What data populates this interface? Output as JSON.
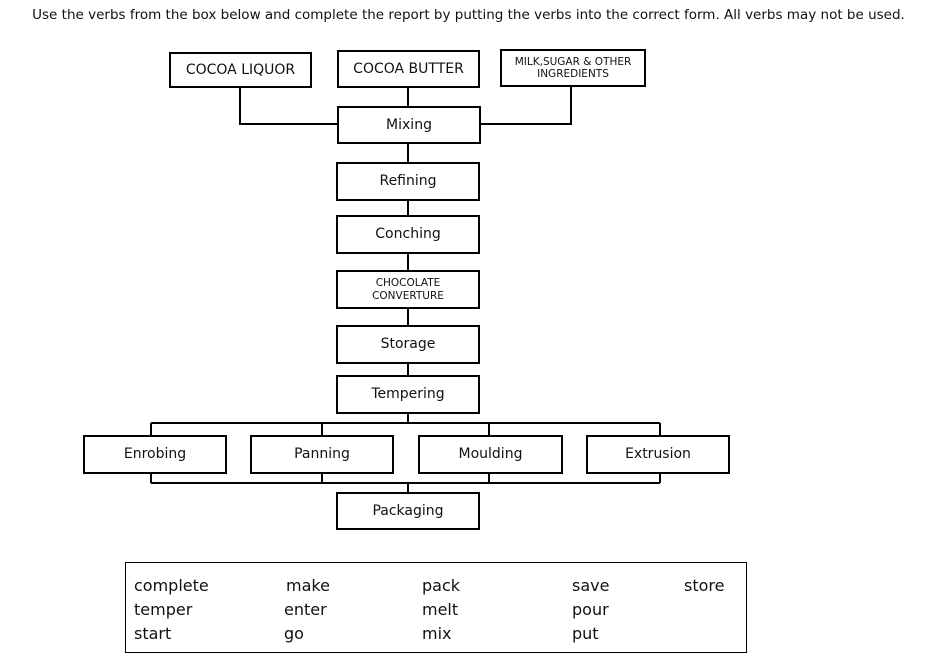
{
  "instruction": "Use the verbs from the box below and complete the report by putting the verbs into the correct form. All verbs may not be used.",
  "nodes": {
    "cocoa_liquor": "COCOA LIQUOR",
    "cocoa_butter": "COCOA BUTTER",
    "milk_sugar_line1": "MILK,SUGAR & OTHER",
    "milk_sugar_line2": "INGREDIENTS",
    "mixing": "Mixing",
    "refining": "Refining",
    "conching": "Conching",
    "converture_line1": "CHOCOLATE",
    "converture_line2": "CONVERTURE",
    "storage": "Storage",
    "tempering": "Tempering",
    "enrobing": "Enrobing",
    "panning": "Panning",
    "moulding": "Moulding",
    "extrusion": "Extrusion",
    "packaging": "Packaging"
  },
  "word_box": {
    "col1": [
      "complete",
      "temper",
      "start"
    ],
    "col2": [
      "make",
      "enter",
      "go"
    ],
    "col3": [
      "pack",
      "melt",
      "mix"
    ],
    "col4": [
      "save",
      "pour",
      "put"
    ],
    "col5": [
      "store"
    ]
  }
}
